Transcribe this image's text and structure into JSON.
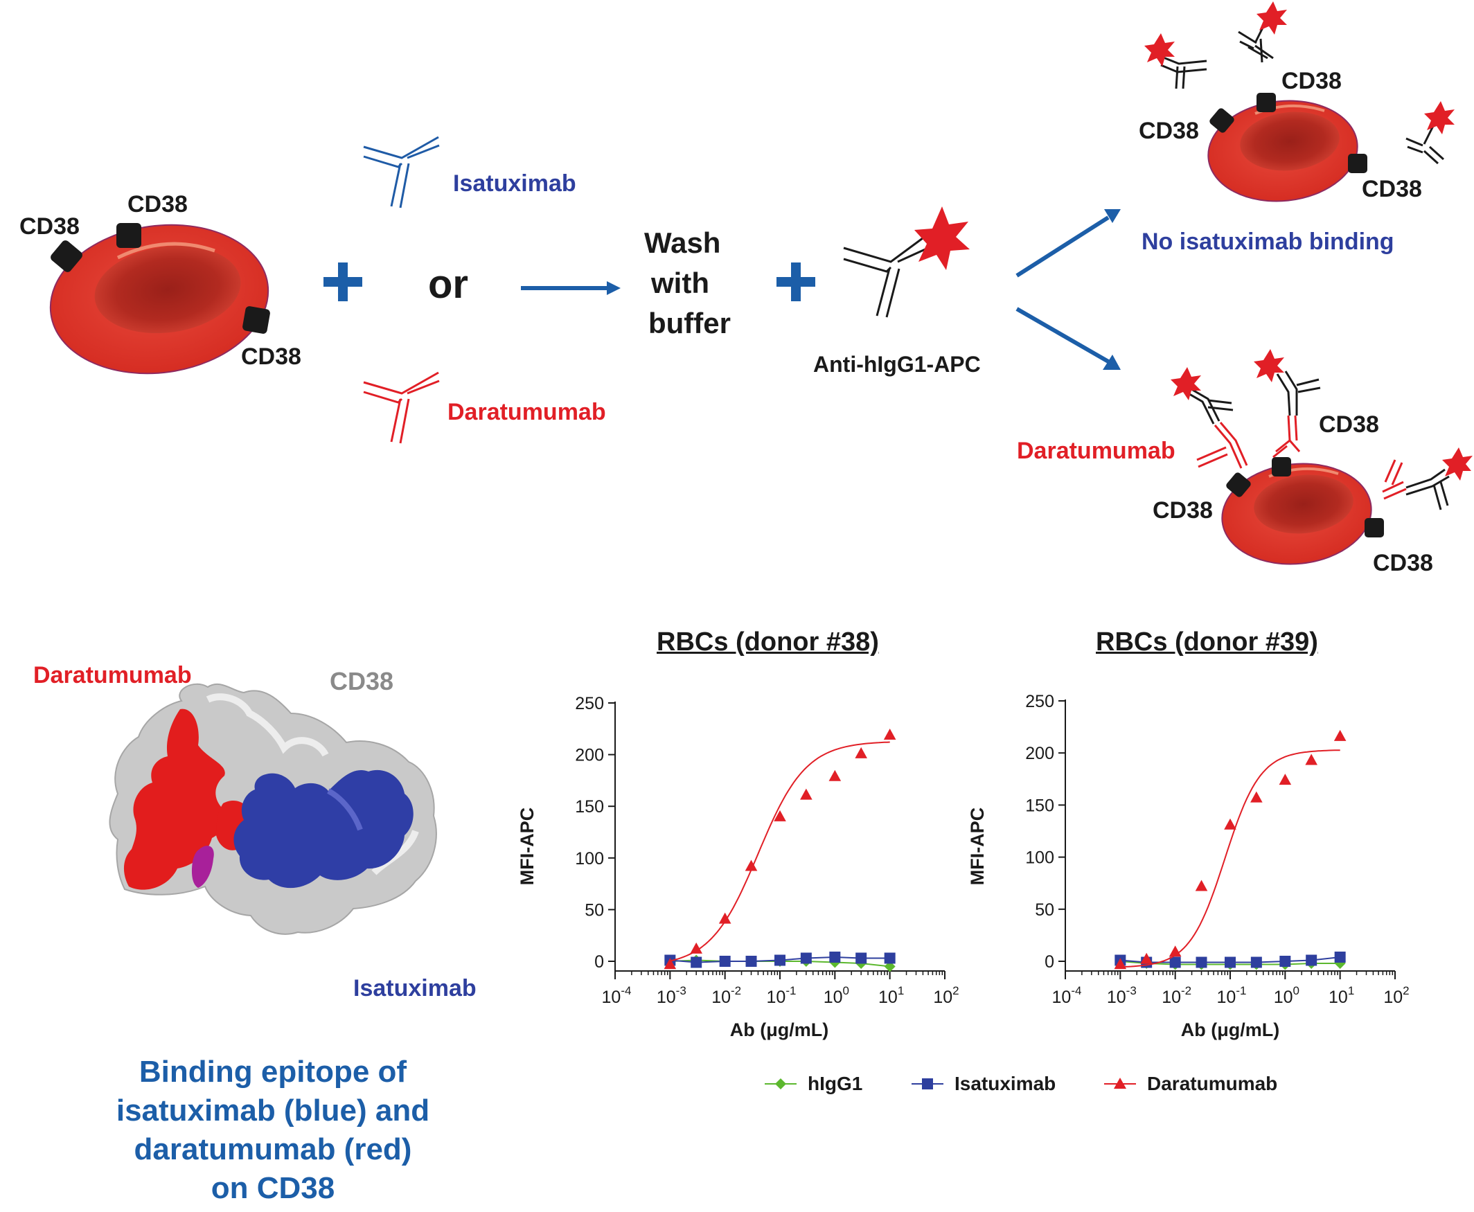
{
  "schematic": {
    "cd38": "CD38",
    "isatuximab": "Isatuximab",
    "daratumumab": "Daratumumab",
    "or": "or",
    "wash": [
      "Wash",
      "with",
      "buffer"
    ],
    "secondary": "Anti-hIgG1-APC",
    "no_binding": "No isatuximab binding"
  },
  "structure": {
    "label_daratumumab": "Daratumumab",
    "label_cd38": "CD38",
    "label_isatuximab": "Isatuximab",
    "caption": [
      "Binding epitope of",
      "isatuximab (blue) and",
      "daratumumab (red)",
      "on CD38"
    ]
  },
  "colors": {
    "rbc": "#e03428",
    "rbc_center": "#a9261d",
    "isatuximab": "#2e3f9e",
    "daratumumab": "#e11f26",
    "hIgG1": "#5cb82e",
    "arrow": "#1c5ea8"
  },
  "chart_data": [
    {
      "type": "scatter",
      "title": "RBCs (donor #38)",
      "xlabel": "Ab (μg/mL)",
      "ylabel": "MFI-APC",
      "x_scale": "log",
      "xlim": [
        0.0001,
        100
      ],
      "ylim": [
        0,
        250
      ],
      "x_tick_labels": [
        [
          "10",
          "-4"
        ],
        [
          "10",
          "-3"
        ],
        [
          "10",
          "-2"
        ],
        [
          "10",
          "-1"
        ],
        [
          "10",
          "0"
        ],
        [
          "10",
          "1"
        ],
        [
          "10",
          "2"
        ]
      ],
      "y_ticks": [
        0,
        50,
        100,
        150,
        200,
        250
      ],
      "series": [
        {
          "name": "hIgG1",
          "marker": "diamond",
          "color": "#5cb82e",
          "x": [
            0.001,
            0.003,
            0.01,
            0.03,
            0.1,
            0.3,
            1,
            3,
            10
          ],
          "y": [
            0,
            1,
            0,
            0,
            0,
            0,
            -1,
            -2,
            -5
          ]
        },
        {
          "name": "Isatuximab",
          "marker": "square",
          "color": "#2e3f9e",
          "x": [
            0.001,
            0.003,
            0.01,
            0.03,
            0.1,
            0.3,
            1,
            3,
            10
          ],
          "y": [
            1,
            -1,
            0,
            0,
            1,
            3,
            4,
            3,
            3
          ]
        },
        {
          "name": "Daratumumab",
          "marker": "triangle",
          "color": "#e11f26",
          "x": [
            0.001,
            0.003,
            0.01,
            0.03,
            0.1,
            0.3,
            1,
            3,
            10
          ],
          "y": [
            -3,
            12,
            41,
            92,
            140,
            161,
            179,
            201,
            219
          ],
          "fit": {
            "bottom": -5,
            "top": 213,
            "ec50": 0.04,
            "hill": 1
          }
        }
      ]
    },
    {
      "type": "scatter",
      "title": "RBCs (donor #39)",
      "xlabel": "Ab (μg/mL)",
      "ylabel": "MFI-APC",
      "x_scale": "log",
      "xlim": [
        0.0001,
        100
      ],
      "ylim": [
        0,
        250
      ],
      "x_tick_labels": [
        [
          "10",
          "-4"
        ],
        [
          "10",
          "-3"
        ],
        [
          "10",
          "-2"
        ],
        [
          "10",
          "-1"
        ],
        [
          "10",
          "0"
        ],
        [
          "10",
          "1"
        ],
        [
          "10",
          "2"
        ]
      ],
      "y_ticks": [
        0,
        50,
        100,
        150,
        200,
        250
      ],
      "series": [
        {
          "name": "hIgG1",
          "marker": "diamond",
          "color": "#5cb82e",
          "x": [
            0.001,
            0.003,
            0.01,
            0.03,
            0.1,
            0.3,
            1,
            3,
            10
          ],
          "y": [
            0,
            -2,
            -3,
            -3,
            -3,
            -3,
            -3,
            -2,
            -2
          ]
        },
        {
          "name": "Isatuximab",
          "marker": "square",
          "color": "#2e3f9e",
          "x": [
            0.001,
            0.003,
            0.01,
            0.03,
            0.1,
            0.3,
            1,
            3,
            10
          ],
          "y": [
            1,
            -1,
            -1,
            -1,
            -1,
            -1,
            0,
            1,
            4
          ]
        },
        {
          "name": "Daratumumab",
          "marker": "triangle",
          "color": "#e11f26",
          "x": [
            0.001,
            0.003,
            0.01,
            0.03,
            0.1,
            0.3,
            1,
            3,
            10
          ],
          "y": [
            -3,
            2,
            9,
            72,
            131,
            157,
            174,
            193,
            216
          ],
          "fit": {
            "bottom": -6,
            "top": 203,
            "ec50": 0.08,
            "hill": 1.35
          }
        }
      ]
    }
  ],
  "legend": [
    {
      "name": "hIgG1",
      "marker": "diamond",
      "color": "#5cb82e"
    },
    {
      "name": "Isatuximab",
      "marker": "square",
      "color": "#2e3f9e"
    },
    {
      "name": "Daratumumab",
      "marker": "triangle",
      "color": "#e11f26"
    }
  ]
}
